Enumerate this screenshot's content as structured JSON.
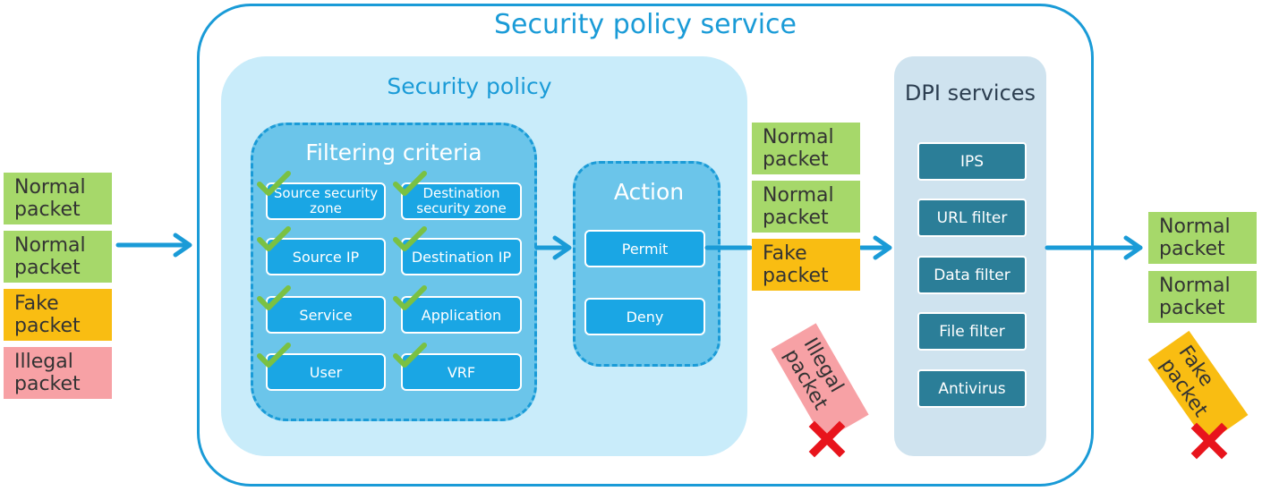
{
  "outer_title": "Security policy service",
  "policy_title": "Security policy",
  "criteria": {
    "title": "Filtering criteria",
    "items": [
      "Source security zone",
      "Destination security zone",
      "Source IP",
      "Destination IP",
      "Service",
      "Application",
      "User",
      "VRF"
    ]
  },
  "action": {
    "title": "Action",
    "permit": "Permit",
    "deny": "Deny"
  },
  "dpi": {
    "title": "DPI services",
    "items": [
      "IPS",
      "URL filter",
      "Data filter",
      "File filter",
      "Antivirus"
    ]
  },
  "input_packets": [
    "Normal packet",
    "Normal packet",
    "Fake packet",
    "Illegal packet"
  ],
  "mid_packets": [
    "Normal packet",
    "Normal packet",
    "Fake packet"
  ],
  "dropped_illegal": "Illegal packet",
  "output_packets": [
    "Normal packet",
    "Normal packet"
  ],
  "dropped_fake": "Fake packet",
  "colors": {
    "accent": "#1a9bd7",
    "normal": "#a6d86a",
    "fake": "#f9bd12",
    "illegal": "#f7a1a5",
    "dpi_button": "#2b7e98",
    "cross": "#e8141c",
    "check": "#7ac143"
  }
}
